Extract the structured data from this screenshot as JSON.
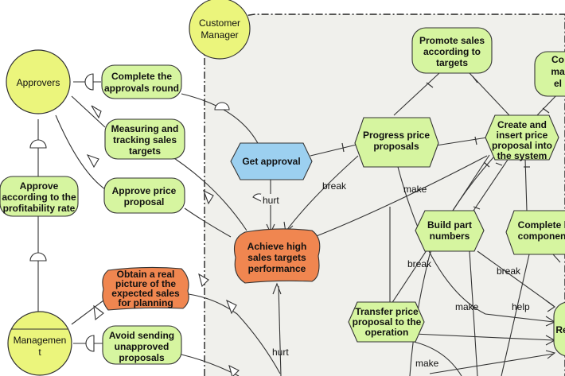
{
  "actors": {
    "approvers": "Approvers",
    "customer_manager": [
      "Customer",
      "Manager"
    ],
    "management": [
      "Managemen",
      "t"
    ]
  },
  "goals": {
    "complete_approvals": [
      "Complete the",
      "approvals round"
    ],
    "measuring_tracking": [
      "Measuring and",
      "tracking sales",
      "targets"
    ],
    "approve_price": [
      "Approve price",
      "proposal"
    ],
    "approve_profitability": [
      "Approve",
      "according to the",
      "profitability rate"
    ],
    "avoid_sending": [
      "Avoid sending",
      "unapproved",
      "proposals"
    ],
    "promote_sales": [
      "Promote sales",
      "according to",
      "targets"
    ],
    "top_right_partial": [
      "Co",
      "ma",
      "el"
    ],
    "achieve_high": [
      "Achieve high",
      "sales targets",
      "performance"
    ],
    "obtain_real": [
      "Obtain a real",
      "picture of the",
      "expected sales",
      "for planning"
    ],
    "bottom_right_partial": [
      "Re"
    ]
  },
  "tasks": {
    "get_approval": "Get approval",
    "progress_price": [
      "Progress price",
      "proposals"
    ],
    "create_insert": [
      "Create and",
      "insert price",
      "proposal into",
      "the system"
    ],
    "build_part": [
      "Build part",
      "numbers"
    ],
    "complete_comp": [
      "Complete k",
      "component"
    ],
    "transfer_price": [
      "Transfer price",
      "proposal to the",
      "operation"
    ]
  },
  "edge_labels": {
    "hurt_top": "hurt",
    "break_left": "break",
    "make_top": "make",
    "break_mid": "break",
    "break_right": "break",
    "make_mid": "make",
    "help": "help",
    "hurt_bottom": "hurt",
    "make_bottom": "make"
  },
  "colors": {
    "actor_fill": "#ebf57c",
    "goal_fill": "#d6f5a0",
    "task_fill": "#d6f5a0",
    "softgoal_fill": "#f08650",
    "task_blue": "#9cd0f0",
    "boundary_fill": "#f0f0ec"
  }
}
